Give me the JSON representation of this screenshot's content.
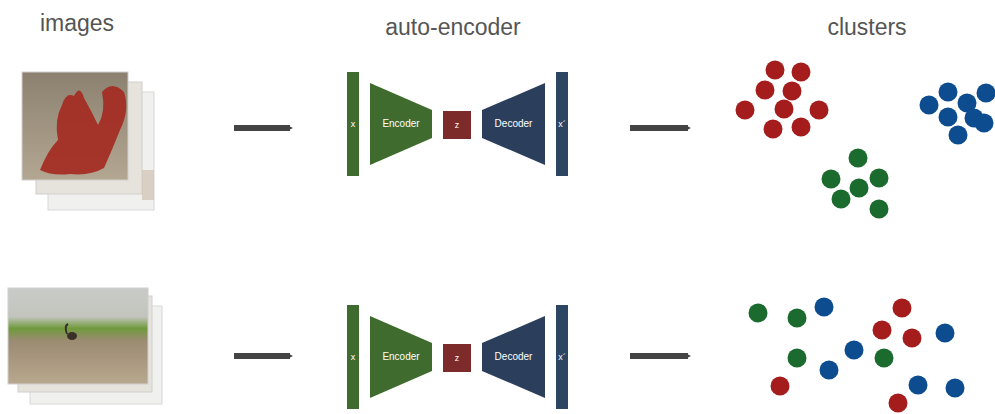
{
  "diagram": {
    "nodes": [
      {
        "text": [
          "x"
        ]
      },
      {
        "text": [
          "Encoder"
        ]
      },
      {
        "text": [
          "z"
        ]
      },
      {
        "text": [
          "Decoder"
        ]
      },
      {
        "text": [
          "x´"
        ]
      },
      {
        "text": [
          "x"
        ]
      },
      {
        "text": [
          "Encoder"
        ]
      },
      {
        "text": [
          "z"
        ]
      },
      {
        "text": [
          "Decoder"
        ]
      },
      {
        "text": [
          "x´"
        ]
      }
    ],
    "labels": [
      "images",
      "auto-encoder",
      "clusters"
    ]
  }
}
